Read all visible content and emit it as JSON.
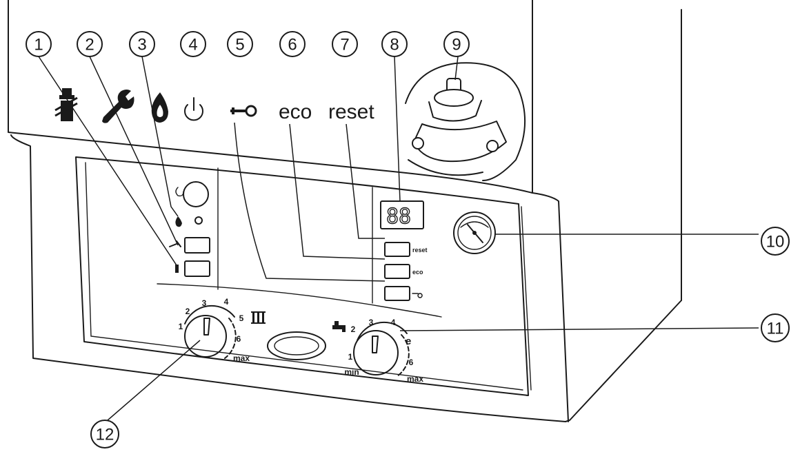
{
  "callouts": [
    {
      "id": 1,
      "label": "1"
    },
    {
      "id": 2,
      "label": "2"
    },
    {
      "id": 3,
      "label": "3"
    },
    {
      "id": 4,
      "label": "4"
    },
    {
      "id": 5,
      "label": "5"
    },
    {
      "id": 6,
      "label": "6"
    },
    {
      "id": 7,
      "label": "7"
    },
    {
      "id": 8,
      "label": "8"
    },
    {
      "id": 9,
      "label": "9"
    },
    {
      "id": 10,
      "label": "10"
    },
    {
      "id": 11,
      "label": "11"
    },
    {
      "id": 12,
      "label": "12"
    }
  ],
  "top_labels": {
    "eco": "eco",
    "reset": "reset"
  },
  "button_labels": {
    "reset": "reset",
    "eco": "eco"
  },
  "display": {
    "digits": "88"
  },
  "heating_dial": {
    "ticks": [
      "1",
      "2",
      "3",
      "4",
      "5",
      "6"
    ],
    "max": "max"
  },
  "water_dial": {
    "ticks": [
      "2",
      "3",
      "4",
      "6"
    ],
    "eco_mark": "e",
    "min": "min",
    "max": "max",
    "one": "1"
  },
  "icons": {
    "1": "chimney-sweep-icon",
    "2": "wrench-icon",
    "3": "flame-icon",
    "4": "power-icon",
    "5": "key-lock-icon",
    "heating": "radiator-icon",
    "water": "tap-icon"
  }
}
